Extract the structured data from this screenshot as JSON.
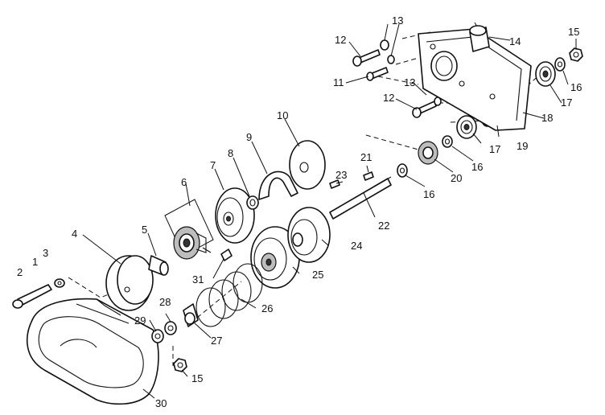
{
  "callouts": {
    "c1": "1",
    "c2": "2",
    "c3": "3",
    "c4": "4",
    "c5": "5",
    "c6": "6",
    "c7": "7",
    "c8": "8",
    "c9": "9",
    "c10": "10",
    "c11": "11",
    "c12a": "12",
    "c12b": "12",
    "c13a": "13",
    "c13b": "13",
    "c14": "14",
    "c15a": "15",
    "c15b": "15",
    "c16a": "16",
    "c16b": "16",
    "c16c": "16",
    "c17a": "17",
    "c17b": "17",
    "c18": "18",
    "c19": "19",
    "c20": "20",
    "c21": "21",
    "c22": "22",
    "c23": "23",
    "c24": "24",
    "c25": "25",
    "c26": "26",
    "c27": "27",
    "c28": "28",
    "c29": "29",
    "c30": "30",
    "c31": "31"
  }
}
